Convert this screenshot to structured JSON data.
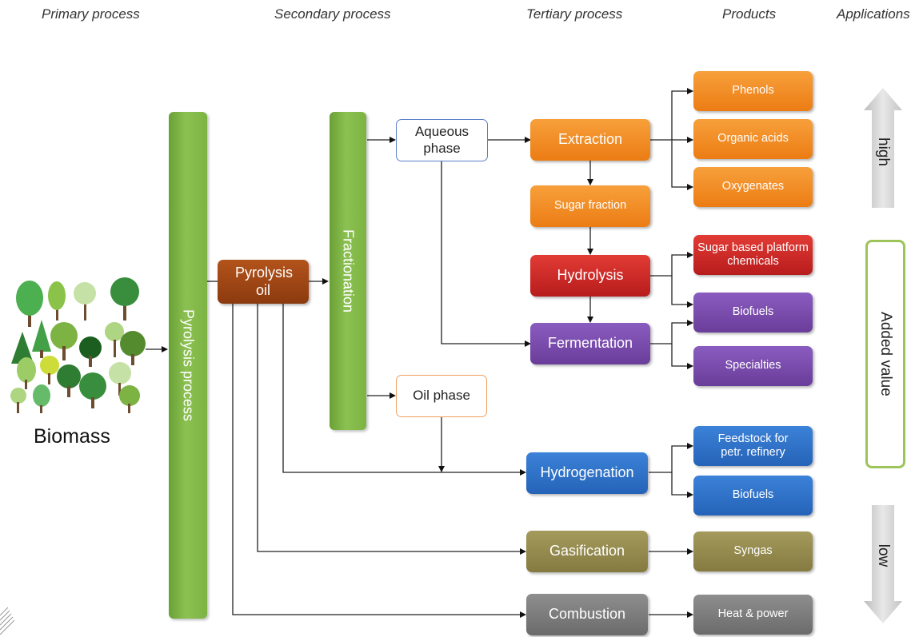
{
  "headers": {
    "primary": "Primary process",
    "secondary": "Secondary process",
    "tertiary": "Tertiary process",
    "products": "Products",
    "applications": "Applications"
  },
  "biomass": {
    "label": "Biomass"
  },
  "bars": {
    "pyrolysis_process": "Pyrolysis process",
    "fractionation": "Fractionation"
  },
  "nodes": {
    "pyrolysis_oil": "Pyrolysis oil",
    "aqueous_phase": "Aqueous phase",
    "oil_phase": "Oil phase",
    "extraction": "Extraction",
    "sugar_fraction": "Sugar fraction",
    "hydrolysis": "Hydrolysis",
    "fermentation": "Fermentation",
    "hydrogenation": "Hydrogenation",
    "gasification": "Gasification",
    "combustion": "Combustion"
  },
  "products": {
    "phenols": "Phenols",
    "organic_acids": "Organic acids",
    "oxygenates": "Oxygenates",
    "sugar_platform": "Sugar based platform chemicals",
    "biofuels_1": "Biofuels",
    "specialties": "Specialties",
    "feedstock": "Feedstock for petr. refinery",
    "biofuels_2": "Biofuels",
    "syngas": "Syngas",
    "heat_power": "Heat & power"
  },
  "applications": {
    "high": "high",
    "added_value": "Added value",
    "low": "low"
  },
  "colors": {
    "orange": "#ec7c14",
    "red": "#b71c1c",
    "purple": "#6a3d9a",
    "blue": "#2563b8",
    "olive": "#857b41",
    "gray": "#6b6b6b",
    "brown": "#8b3a0f",
    "green": "#7cb342"
  }
}
